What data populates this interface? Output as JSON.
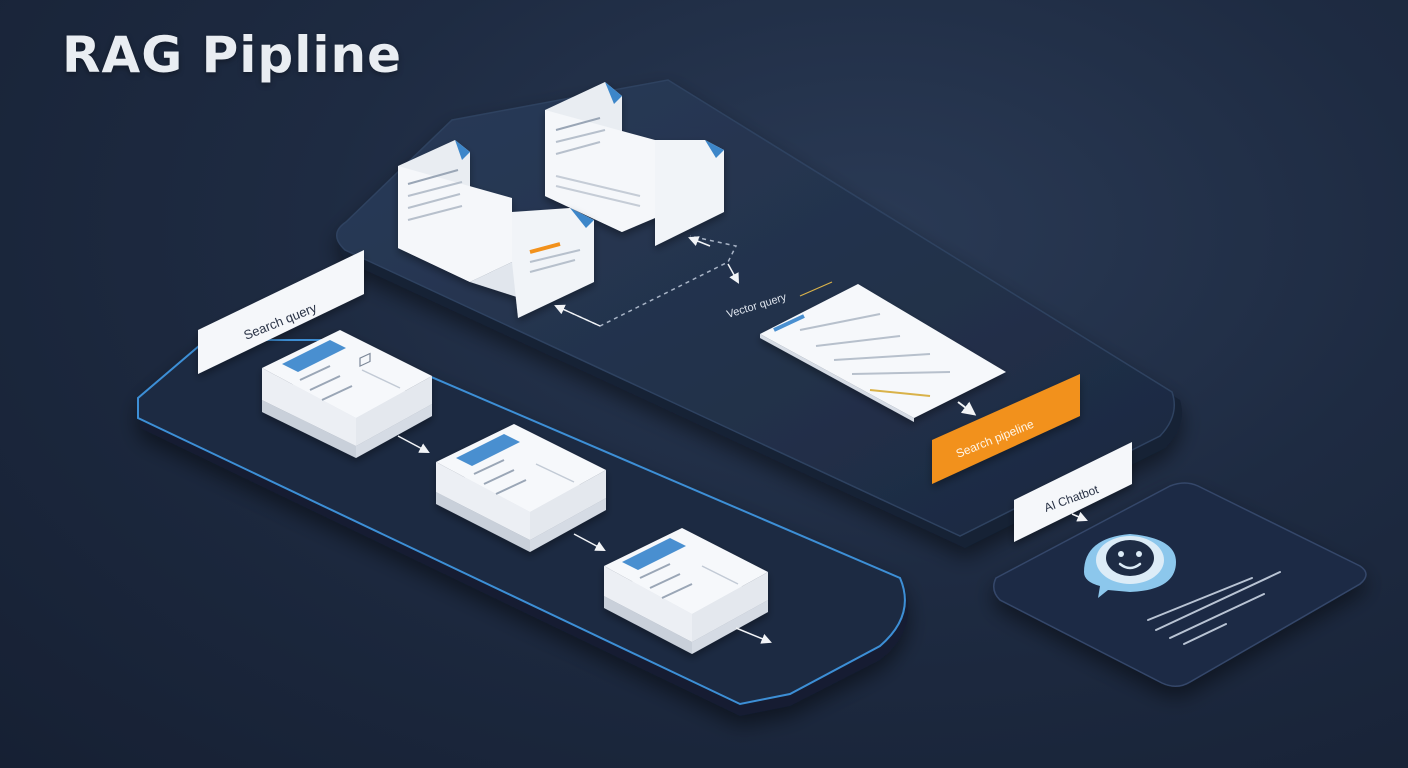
{
  "header": {
    "title": "RAG Pipline"
  },
  "labels": {
    "search_query": "Search query",
    "vector_query": "Vector query",
    "search_pipeline": "Search pipeline",
    "ai_chatbot": "AI Chatbot"
  },
  "colors": {
    "background": "#1e2b42",
    "platform": "#1f2d45",
    "platform_edge": "#3d8fd6",
    "accent_orange": "#f2911c",
    "accent_blue": "#4a8fd0",
    "document": "#f4f6f9",
    "chat_icon": "#9fd0ef"
  },
  "icons": [
    "document-stack-icon",
    "folder-icon",
    "chat-bubble-icon",
    "arrow-icon"
  ]
}
